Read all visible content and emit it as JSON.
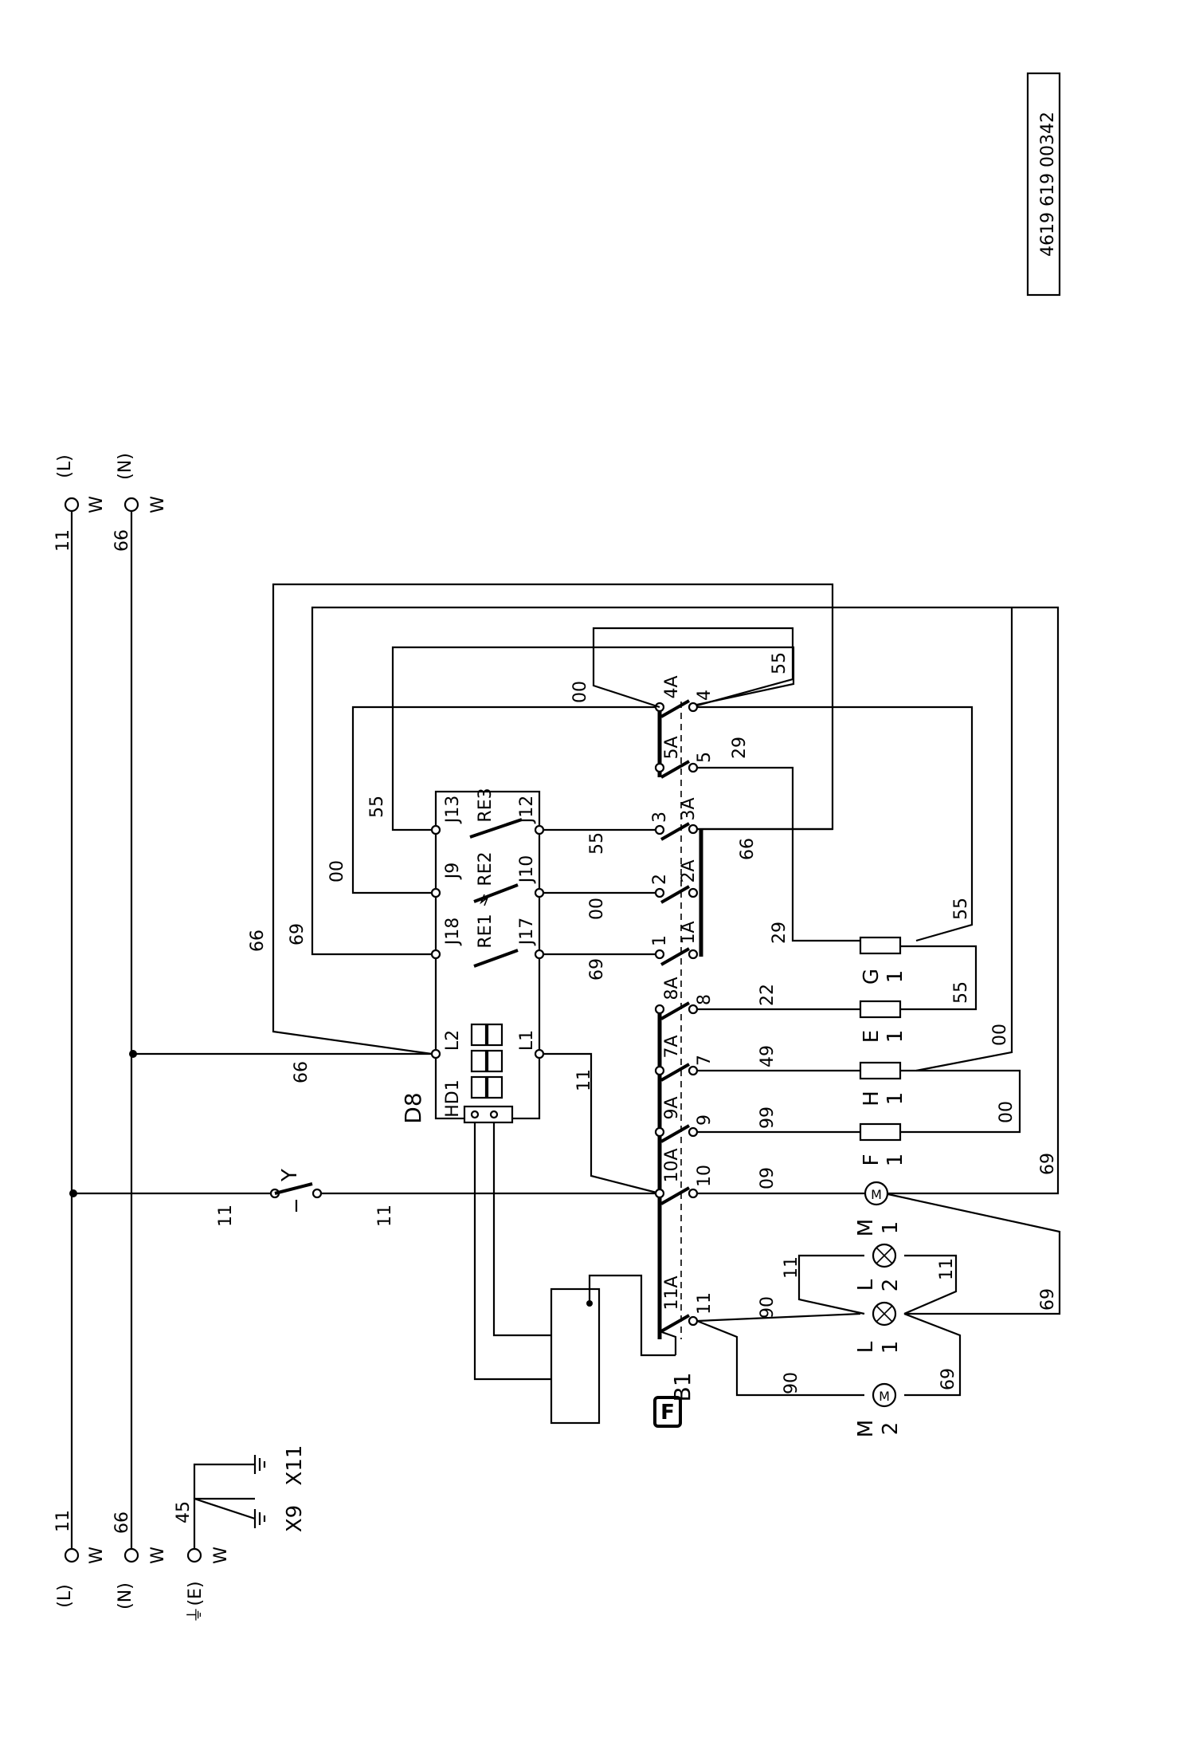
{
  "drawing_number": "4619 619 00342",
  "mains": {
    "L": "(L)",
    "N": "(N)",
    "E": "⏚(E)",
    "W": "W",
    "wire_L": "11",
    "wire_N": "66",
    "wire_E": "45"
  },
  "earth": {
    "x9": "X9",
    "x11": "X11"
  },
  "thermostat": {
    "label": "Y",
    "wire_in": "11",
    "wire_out": "11"
  },
  "controller": {
    "name": "D8",
    "hd1": "HD1",
    "l1": "L1",
    "l2": "L2",
    "relays": [
      "RE1",
      "RE2",
      "RE3"
    ],
    "pins": [
      "J18",
      "J17",
      "J9",
      "J10",
      "J13",
      "J12"
    ]
  },
  "switch": {
    "name": "B1",
    "badge": "F",
    "contacts_top": [
      "11A",
      "10A",
      "9A",
      "7A",
      "8A",
      "1A",
      "2A",
      "3A",
      "5A",
      "4A"
    ],
    "contacts_bottom": [
      "11",
      "10",
      "9",
      "7",
      "8",
      "1",
      "2",
      "3",
      "5",
      "4"
    ]
  },
  "loads": {
    "M1": [
      "M",
      "1"
    ],
    "M2": [
      "M",
      "2"
    ],
    "L1": [
      "L",
      "1"
    ],
    "L2": [
      "L",
      "2"
    ],
    "F": [
      "F",
      "1"
    ],
    "H": [
      "H",
      "1"
    ],
    "E": [
      "E",
      "1"
    ],
    "G": [
      "G",
      "1"
    ]
  },
  "wire_numbers": {
    "w11_feed": "11",
    "w66_l2": "66",
    "w66_top": "66",
    "w69_top": "69",
    "w55_re3": "55",
    "w00_re2": "00",
    "w55_j12": "55",
    "w00_j10": "00",
    "w69_j17": "69",
    "w00_4a": "00",
    "w55_4": "55",
    "w29_5": "29",
    "w66_3a": "66",
    "w29_g": "29",
    "w55_g": "55",
    "w22": "22",
    "w55_e": "55",
    "w49": "49",
    "w00_h": "00",
    "w99": "99",
    "w00_f": "00",
    "w09": "09",
    "w69_right": "69",
    "w90_a": "90",
    "w90_b": "90",
    "w11_l2a": "11",
    "w11_l2b": "11",
    "w69_l1": "69",
    "w69_m2": "69"
  }
}
